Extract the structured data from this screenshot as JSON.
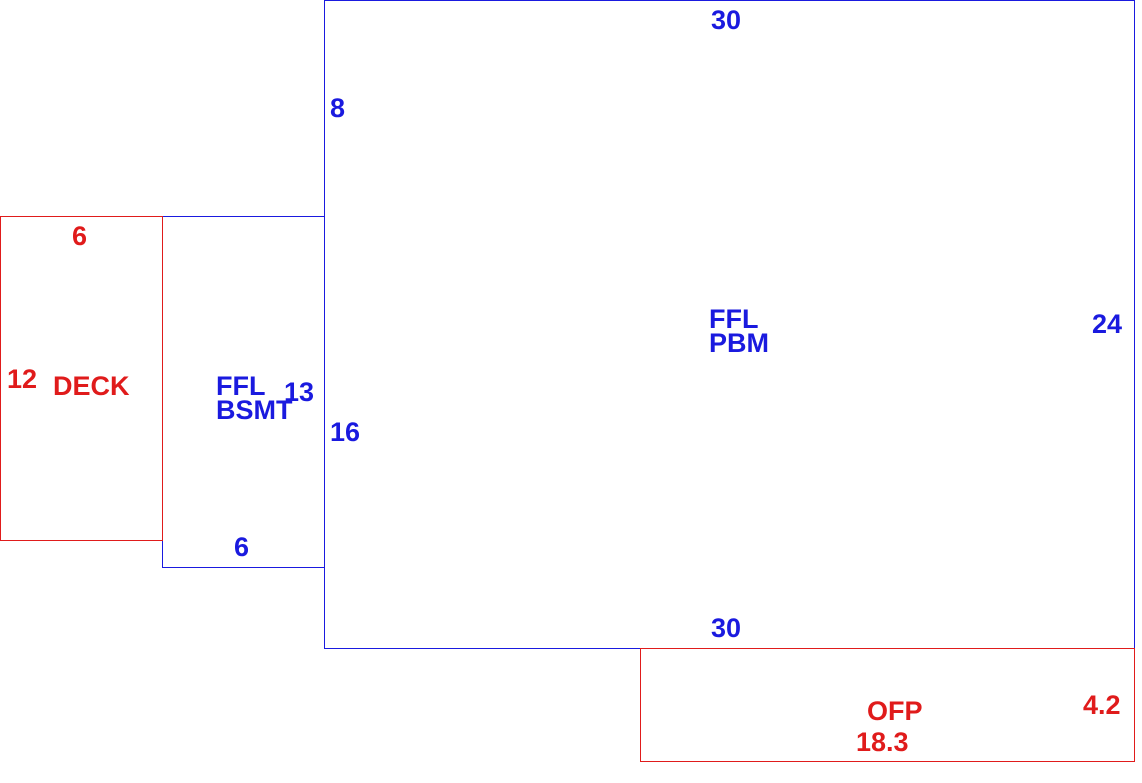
{
  "colors": {
    "living": "#1a1adf",
    "exterior": "#e01b1b",
    "background": "#ffffff"
  },
  "main": {
    "name_line1": "FFL",
    "name_line2": "PBM",
    "top_dim": "30",
    "bottom_dim": "30",
    "right_dim": "24",
    "left_upper_dim": "8",
    "left_lower_dim": "16"
  },
  "basement": {
    "name_line1": "FFL",
    "name_line2": "BSMT",
    "right_dim": "13",
    "bottom_dim": "6"
  },
  "deck": {
    "name": "DECK",
    "top_dim": "6",
    "left_dim": "12"
  },
  "porch": {
    "name": "OFP",
    "bottom_dim": "18.3",
    "right_dim": "4.2"
  }
}
